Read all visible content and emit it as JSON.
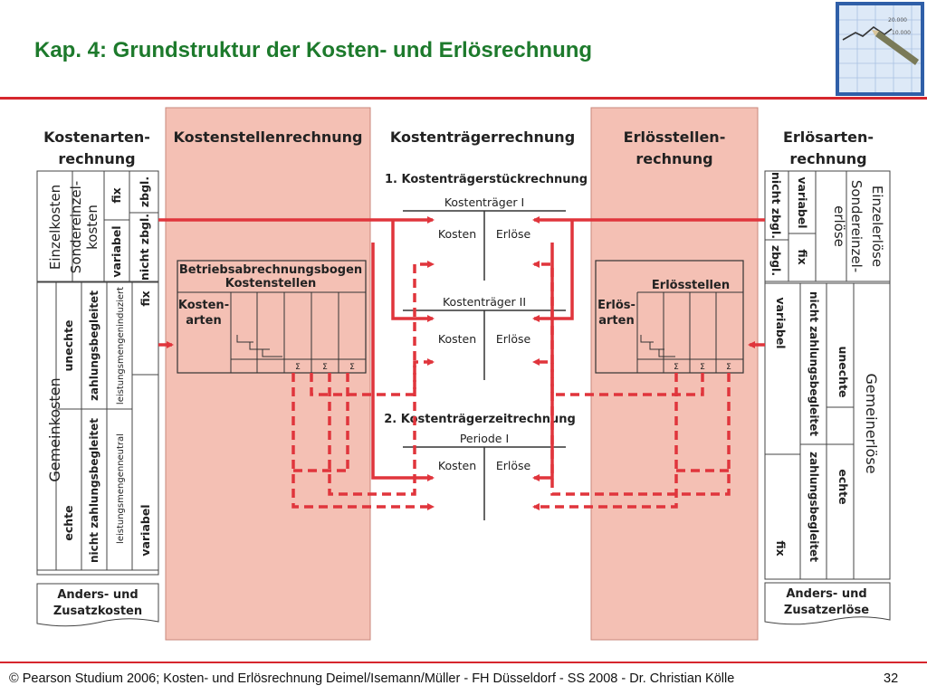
{
  "slide": {
    "title": "Kap. 4: Grundstruktur der Kosten- und Erlösrechnung",
    "footer": "© Pearson Studium 2006; Kosten- und Erlösrechnung Deimel/Isemann/Müller - FH Düsseldorf - SS 2008 - Dr. Christian Kölle",
    "page_number": "32"
  },
  "logo": {
    "label_1": "20.000",
    "label_2": "10.000"
  },
  "colors": {
    "accent": "#d6262d",
    "title": "#1d7a2c",
    "panel": "#f4c0b4",
    "arrow": "#e0353c"
  },
  "headers": {
    "kostenarten_1": "Kostenarten-",
    "kostenarten_2": "rechnung",
    "kostenstellen": "Kostenstellenrechnung",
    "kostentraeger": "Kostenträgerrechnung",
    "erloesstellen_1": "Erlösstellen-",
    "erloesstellen_2": "rechnung",
    "erloesarten_1": "Erlösarten-",
    "erloesarten_2": "rechnung"
  },
  "left_column": {
    "einzelkosten": "Einzelkosten",
    "sondereinzel_1": "Sondereinzel-",
    "sondereinzel_2": "kosten",
    "fix": "fix",
    "zbgl": "zbgl.",
    "variabel": "variabel",
    "nicht_zbgl": "nicht zbgl.",
    "gemeinkosten": "Gemeinkosten",
    "unechte": "unechte",
    "echte": "echte",
    "zahlungsbegleitet": "zahlungsbegleitet",
    "nicht_zahlungsbegleitet": "nicht zahlungsbegleitet",
    "leistungsmengeninduziert": "leistungsmengeninduziert",
    "leistungsmengenneutral": "leistungsmengenneutral",
    "fix2": "fix",
    "variabel2": "variabel",
    "anders_1": "Anders- und",
    "anders_2": "Zusatzkosten"
  },
  "bab": {
    "title_1": "Betriebsabrechnungsbogen",
    "title_2": "Kostenstellen",
    "rows_1": "Kosten-",
    "rows_2": "arten",
    "sigma": "Σ"
  },
  "center": {
    "sec1": "1. Kostenträgerstückrechnung",
    "kt1": "Kostenträger I",
    "kt2": "Kostenträger II",
    "sec2": "2. Kostenträgerzeitrechnung",
    "periode": "Periode I",
    "kosten": "Kosten",
    "erloese": "Erlöse"
  },
  "erloesstellen_box": {
    "title": "Erlösstellen",
    "rows_1": "Erlös-",
    "rows_2": "arten"
  },
  "right_column": {
    "einzelerloese": "Einzelerlöse",
    "sondereinzel_1": "Sondereinzel-",
    "sondereinzel_2": "erlöse",
    "variabel": "variabel",
    "nicht_zbgl": "nicht zbgl.",
    "fix": "fix",
    "zbgl": "zbgl.",
    "gemeinerloese": "Gemeinerlöse",
    "unechte": "unechte",
    "echte": "echte",
    "nicht_zahlungsbegleitet": "nicht zahlungsbegleitet",
    "zahlungsbegleitet": "zahlungsbegleitet",
    "variabel2": "variabel",
    "fix2": "fix",
    "anders_1": "Anders- und",
    "anders_2": "Zusatzerlöse"
  }
}
